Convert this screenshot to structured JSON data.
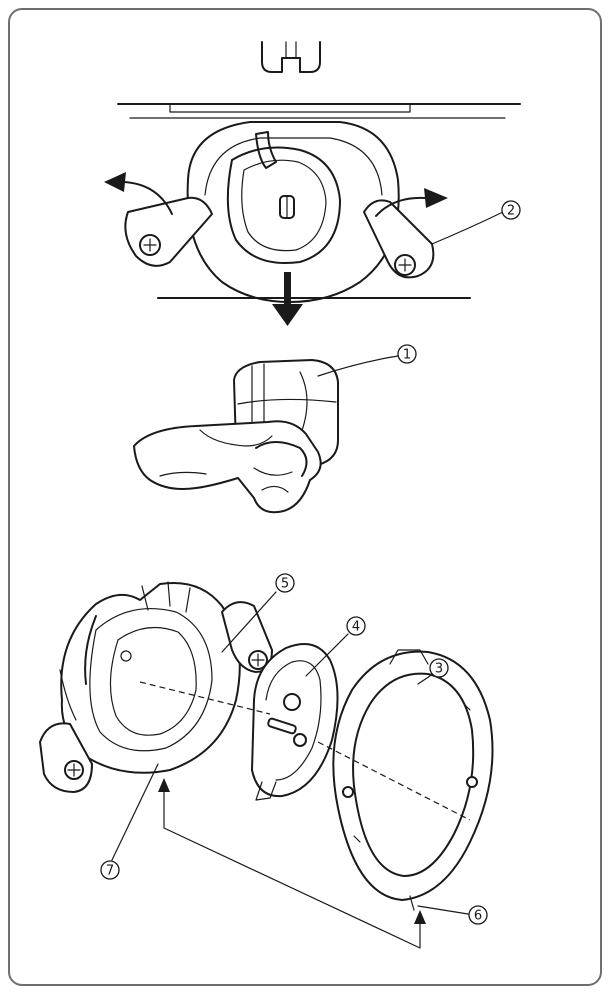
{
  "callouts": [
    {
      "id": "1",
      "label": "①"
    },
    {
      "id": "2",
      "label": "②"
    },
    {
      "id": "3",
      "label": "③"
    },
    {
      "id": "4",
      "label": "④"
    },
    {
      "id": "5",
      "label": "⑤"
    },
    {
      "id": "6",
      "label": "⑥"
    },
    {
      "id": "7",
      "label": "⑦"
    }
  ],
  "colors": {
    "ink": "#1a1a1a",
    "frame": "#6f6f6f",
    "background": "#ffffff"
  }
}
